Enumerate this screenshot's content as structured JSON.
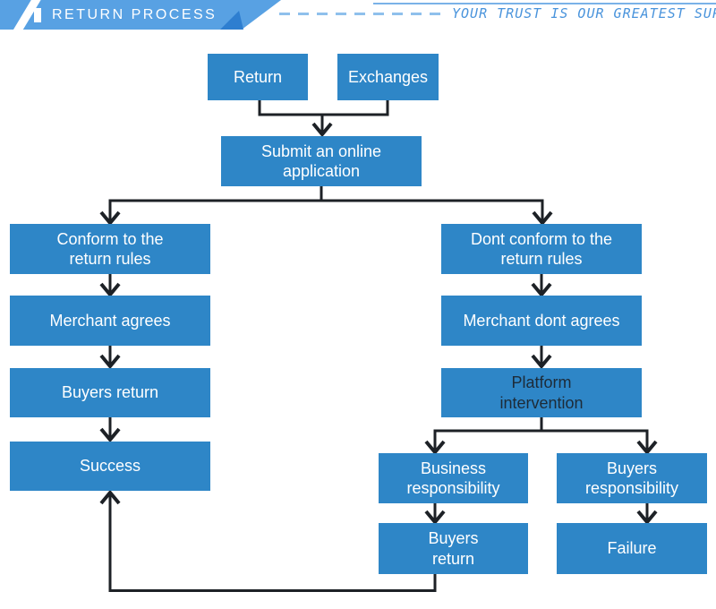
{
  "header": {
    "title": "RETURN PROCESS",
    "slogan": "YOUR TRUST IS OUR GREATEST SUPPORT",
    "colors": {
      "banner": "#58a1e3",
      "fold": "#2e7ed0",
      "dashes": "#8fc0ec",
      "top_line": "#7ab2e8",
      "slogan_text": "#4a94dc",
      "title_text": "#ffffff"
    }
  },
  "flowchart": {
    "colors": {
      "box": "#2e86c7",
      "box_text": "#ffffff",
      "platform_text": "#1d2b38",
      "line": "#1d2126"
    },
    "nodes": {
      "return_box": {
        "label": "Return"
      },
      "exchanges": {
        "label": "Exchanges"
      },
      "submit": {
        "label": "Submit an online\napplication"
      },
      "conform": {
        "label": "Conform to the\nreturn rules"
      },
      "dont_conform": {
        "label": "Dont conform to the\nreturn rules"
      },
      "merchant_agrees": {
        "label": "Merchant agrees"
      },
      "merchant_dont_agrees": {
        "label": "Merchant dont agrees"
      },
      "buyers_return_left": {
        "label": "Buyers return"
      },
      "platform_intervention": {
        "label": "Platform\nintervention"
      },
      "success": {
        "label": "Success"
      },
      "business_responsibility": {
        "label": "Business\nresponsibility"
      },
      "buyers_responsibility": {
        "label": "Buyers\nresponsibility"
      },
      "buyers_return_bottom": {
        "label": "Buyers\nreturn"
      },
      "failure": {
        "label": "Failure"
      }
    },
    "edges": [
      {
        "from": "return_box",
        "to": "submit"
      },
      {
        "from": "exchanges",
        "to": "submit"
      },
      {
        "from": "submit",
        "to": "conform"
      },
      {
        "from": "submit",
        "to": "dont_conform"
      },
      {
        "from": "conform",
        "to": "merchant_agrees"
      },
      {
        "from": "merchant_agrees",
        "to": "buyers_return_left"
      },
      {
        "from": "buyers_return_left",
        "to": "success"
      },
      {
        "from": "dont_conform",
        "to": "merchant_dont_agrees"
      },
      {
        "from": "merchant_dont_agrees",
        "to": "platform_intervention"
      },
      {
        "from": "platform_intervention",
        "to": "business_responsibility"
      },
      {
        "from": "platform_intervention",
        "to": "buyers_responsibility"
      },
      {
        "from": "business_responsibility",
        "to": "buyers_return_bottom"
      },
      {
        "from": "buyers_responsibility",
        "to": "failure"
      },
      {
        "from": "buyers_return_bottom",
        "to": "success"
      }
    ]
  }
}
